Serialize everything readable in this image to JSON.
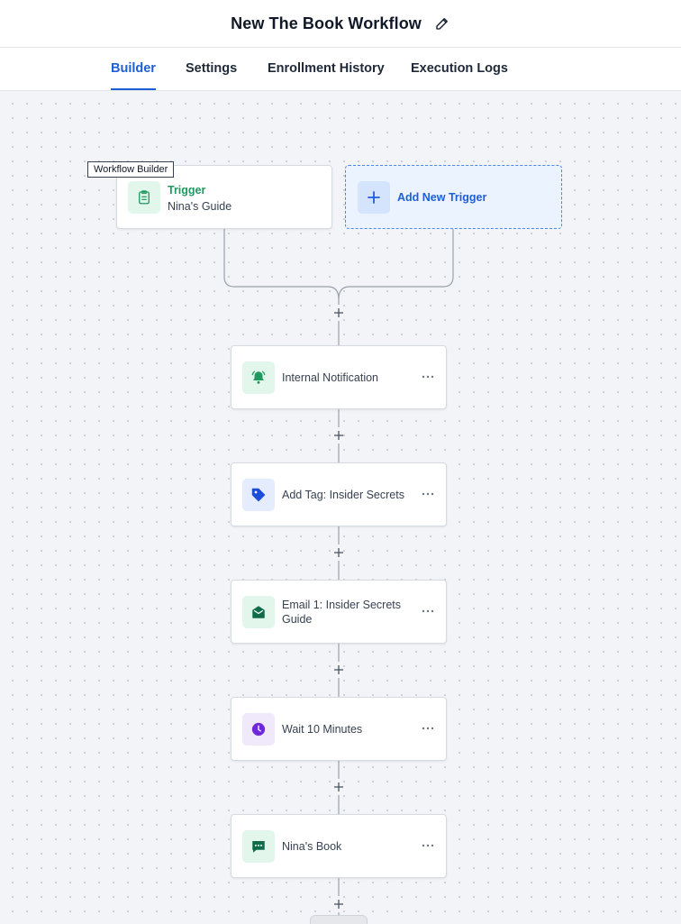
{
  "header": {
    "title": "New The Book Workflow",
    "edit_icon": "pencil-icon"
  },
  "tabs": [
    {
      "label": "Builder",
      "active": true
    },
    {
      "label": "Settings",
      "active": false
    },
    {
      "label": "Enrollment History",
      "active": false
    },
    {
      "label": "Execution Logs",
      "active": false
    }
  ],
  "tooltip": "Workflow Builder",
  "trigger": {
    "label": "Trigger",
    "name": "Nina's Guide",
    "icon": "clipboard-icon"
  },
  "add_trigger": {
    "label": "Add New Trigger",
    "icon": "plus-icon"
  },
  "actions": [
    {
      "label": "Internal Notification",
      "icon": "bell-icon"
    },
    {
      "label": "Add Tag: Insider Secrets",
      "icon": "tag-icon"
    },
    {
      "label": "Email 1: Insider Secrets Guide",
      "icon": "envelope-open-icon"
    },
    {
      "label": "Wait 10 Minutes",
      "icon": "clock-icon"
    },
    {
      "label": "Nina's Book",
      "icon": "chat-message-icon"
    }
  ],
  "colors": {
    "primary": "#1d5fd6",
    "trigger_green": "#1f9960",
    "tag_blue": "#1d4ed8",
    "email_green": "#0f6b4a",
    "wait_purple": "#6d28d9",
    "canvas": "#f2f4f7"
  }
}
